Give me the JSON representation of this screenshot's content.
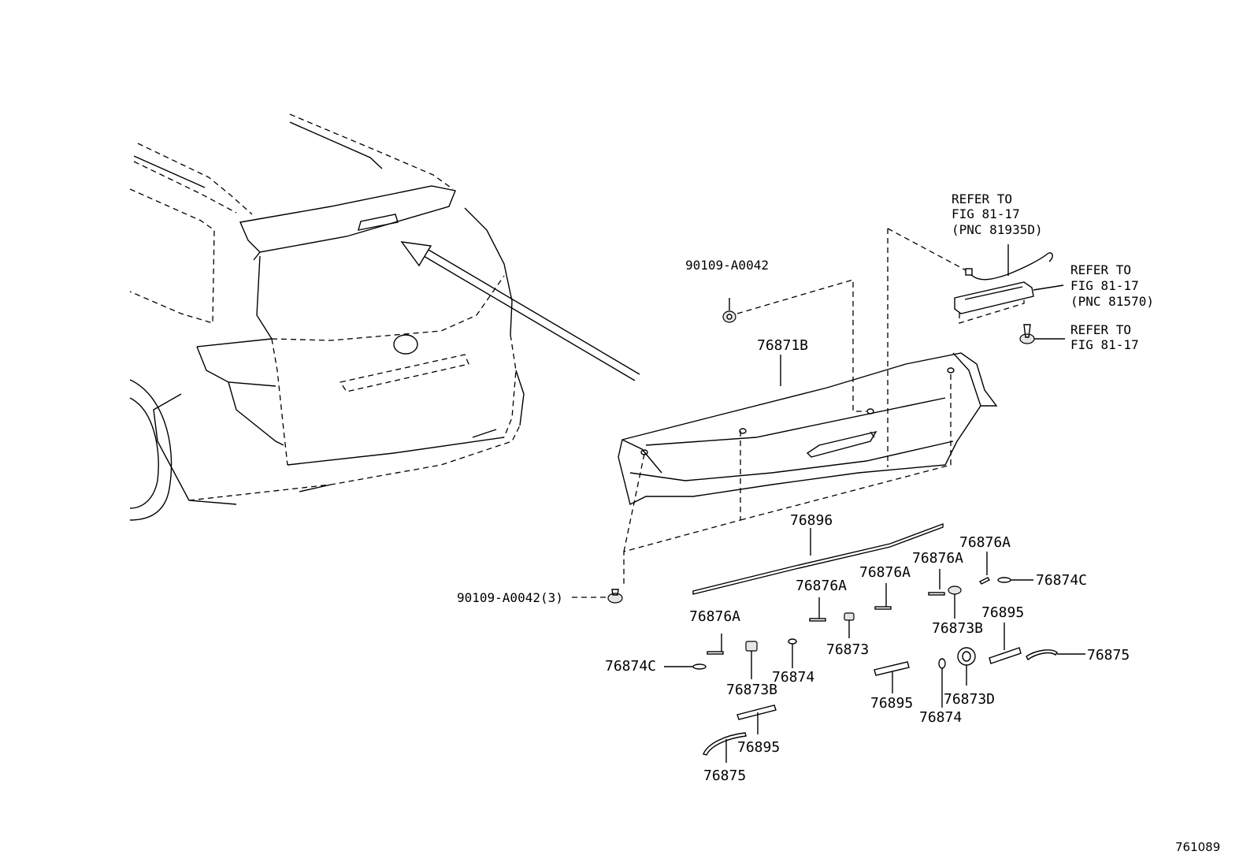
{
  "figure_number": "761089",
  "labels": {
    "spoiler": "76871B",
    "clip_top": "90109-A0042",
    "clip_bottom": "90109-A0042(3)",
    "moulding": "76896",
    "tape_a_1": "76876A",
    "tape_a_2": "76876A",
    "tape_a_3": "76876A",
    "tape_a_4": "76876A",
    "tape_a_5": "76876A",
    "tape_c_right": "76874C",
    "tape_c_left": "76874C",
    "clip_b_right": "76873B",
    "clip_b_left": "76873B",
    "clip_center": "76873",
    "tape_mid": "76874",
    "tape_bottom": "76874",
    "clip_d": "76873D",
    "cushion_right": "76895",
    "cushion_center": "76895",
    "cushion_left": "76895",
    "pad_right": "76875",
    "pad_left": "76875"
  },
  "references": {
    "wire": [
      "REFER TO",
      "FIG 81-17",
      "(PNC 81935D)"
    ],
    "lamp": [
      "REFER TO",
      "FIG 81-17",
      "(PNC 81570)"
    ],
    "screw": [
      "REFER TO",
      "FIG 81-17"
    ]
  }
}
